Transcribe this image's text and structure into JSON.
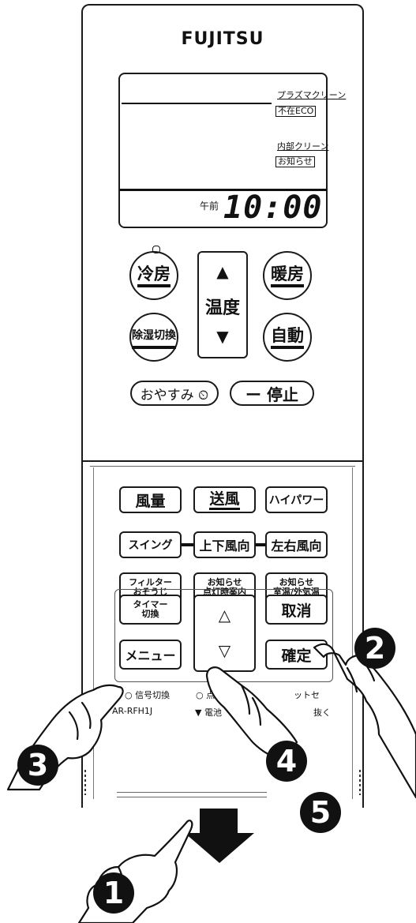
{
  "brand": "FUJITSU",
  "display": {
    "tag_plasma": "プラズマクリーン",
    "tag_fuzai": "不在ECO",
    "tag_naibu": "内部クリーン",
    "tag_oshirase": "お知らせ",
    "gozen": "午前",
    "time": "10:00"
  },
  "upper_buttons": {
    "cool": "冷房",
    "heat": "暖房",
    "dehumid": "除湿切換",
    "auto": "自動",
    "temp_label": "温度",
    "temp_up": "▲",
    "temp_down": "▼",
    "sleep": "おやすみ ⏲",
    "stop": "ー 停止"
  },
  "lower_buttons": {
    "fan_speed": "風量",
    "fan_only": "送風",
    "high_power": "ハイパワー",
    "swing": "スイング",
    "vertical": "上下風向",
    "horizontal": "左右風向",
    "filter_1": "フィルター",
    "filter_2": "おそうじ",
    "notice_light_1": "お知らせ",
    "notice_light_2": "点灯時案内",
    "notice_temp_1": "お知らせ",
    "notice_temp_2": "室温/外気温",
    "timer_1": "タイマー",
    "timer_2": "切換",
    "cancel": "取消",
    "menu": "メニュー",
    "confirm": "確定",
    "arrow_up": "△",
    "arrow_down": "▽"
  },
  "footer": {
    "signal_switch": "○ 信号切換",
    "light": "○ 点",
    "reset": "ットセ",
    "model": "AR-RFH1J",
    "battery": "▼ 電池",
    "pull": "抜く"
  },
  "steps": [
    "1",
    "2",
    "3",
    "4",
    "5"
  ]
}
